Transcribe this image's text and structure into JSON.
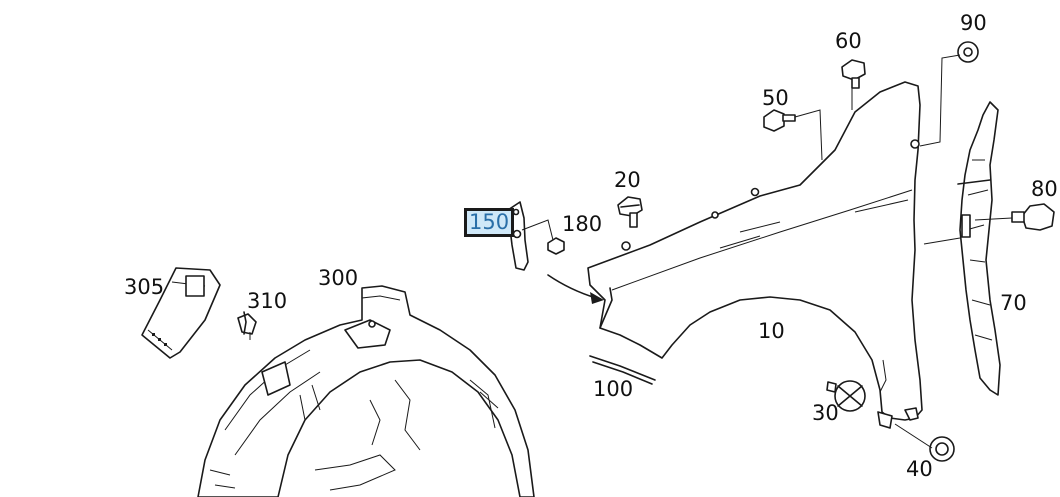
{
  "labels": {
    "p10": "10",
    "p20": "20",
    "p30": "30",
    "p40": "40",
    "p50": "50",
    "p60": "60",
    "p70": "70",
    "p80": "80",
    "p90": "90",
    "p100": "100",
    "p150": "150",
    "p180": "180",
    "p300": "300",
    "p305": "305",
    "p310": "310"
  },
  "highlight": {
    "part": "150",
    "color": "#cfe8f8"
  }
}
